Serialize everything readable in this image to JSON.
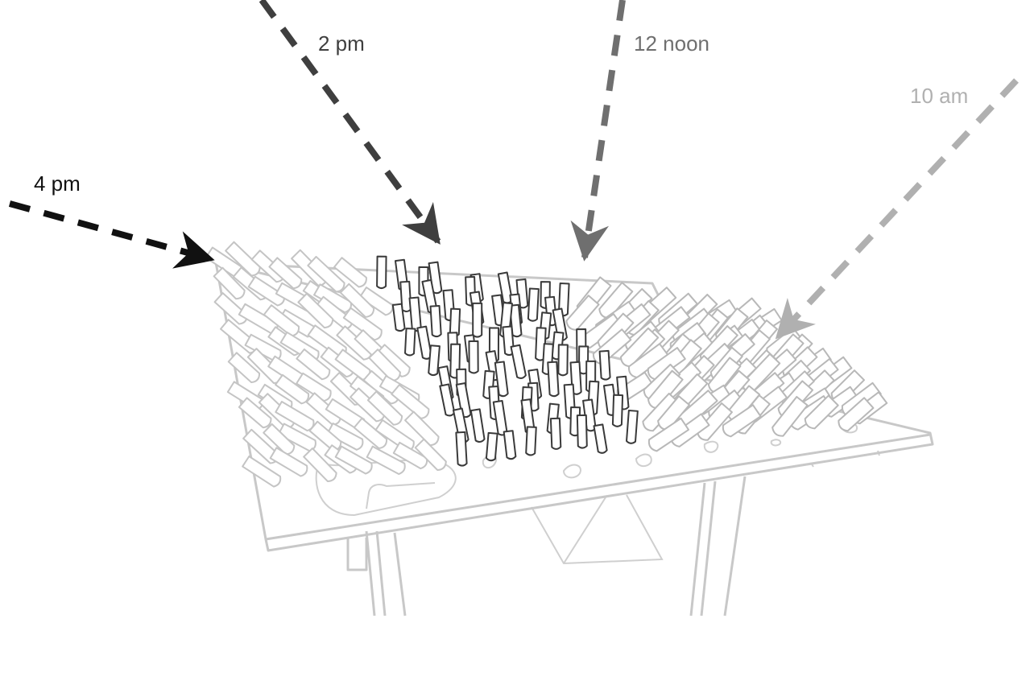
{
  "labels": {
    "t4pm": "4 pm",
    "t2pm": "2 pm",
    "t12": "12 noon",
    "t10am": "10 am"
  },
  "colors": {
    "ray_4pm": "#111111",
    "ray_2pm": "#3f3f3f",
    "ray_12noon": "#6f6f6f",
    "ray_10am": "#b0b0b0",
    "table": "#c8c8c8",
    "tube_facing_4pm": "#c4c4c4",
    "tube_facing_2pm": "#3a3a3a",
    "tube_facing_10am": "#b8b8b8"
  }
}
